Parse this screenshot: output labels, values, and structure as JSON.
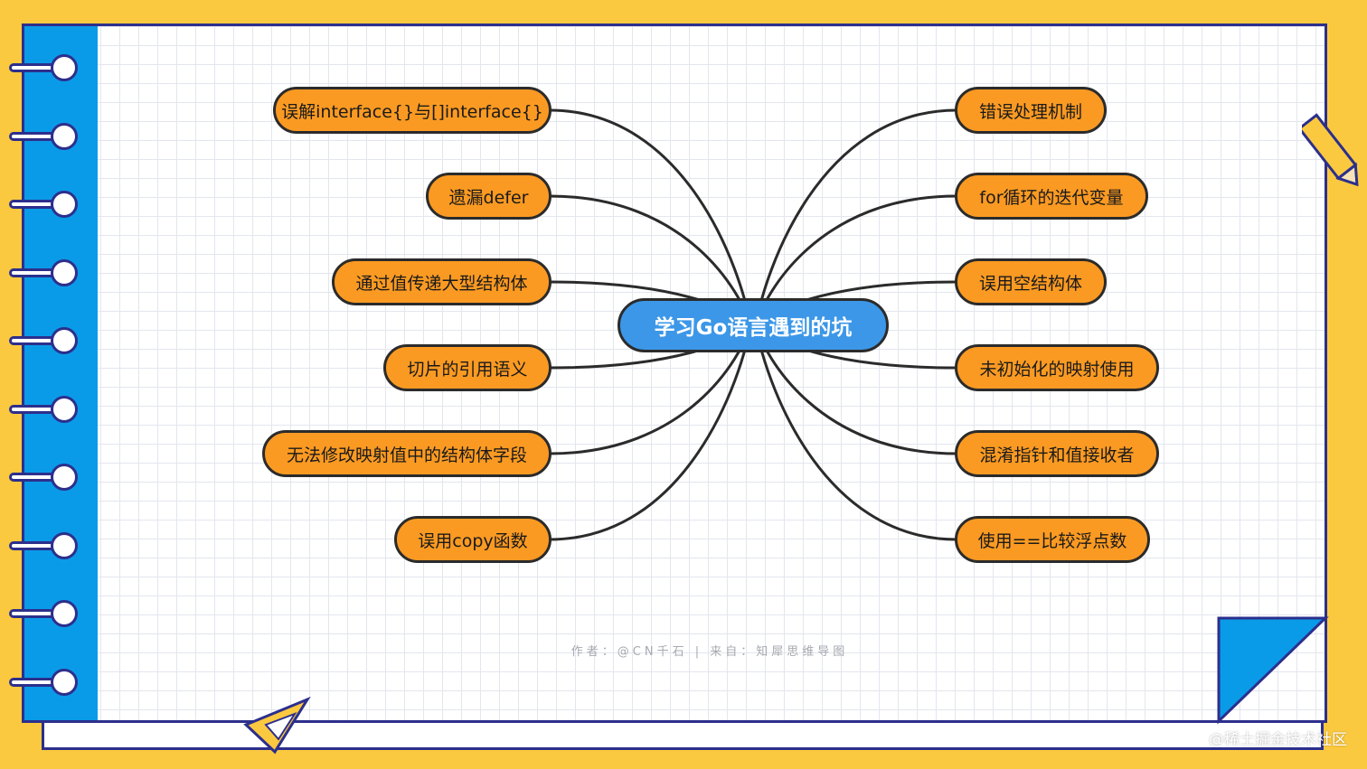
{
  "center": {
    "label": "学习Go语言遇到的坑"
  },
  "left_nodes": [
    {
      "label": "误解interface{}与[]interface{}"
    },
    {
      "label": "遗漏defer"
    },
    {
      "label": "通过值传递大型结构体"
    },
    {
      "label": "切片的引用语义"
    },
    {
      "label": "无法修改映射值中的结构体字段"
    },
    {
      "label": "误用copy函数"
    }
  ],
  "right_nodes": [
    {
      "label": "错误处理机制"
    },
    {
      "label": "for循环的迭代变量"
    },
    {
      "label": "误用空结构体"
    },
    {
      "label": "未初始化的映射使用"
    },
    {
      "label": "混淆指针和值接收者"
    },
    {
      "label": "使用==比较浮点数"
    }
  ],
  "footer": {
    "text": "作者：@CN千石 | 来自：知犀思维导图"
  },
  "watermark": {
    "text": "@稀土掘金技术社区"
  },
  "colors": {
    "background": "#fbc93f",
    "spine": "#0a9be8",
    "node_fill": "#fb9a22",
    "center_fill": "#3c97e8",
    "outline": "#2c2f8c"
  }
}
